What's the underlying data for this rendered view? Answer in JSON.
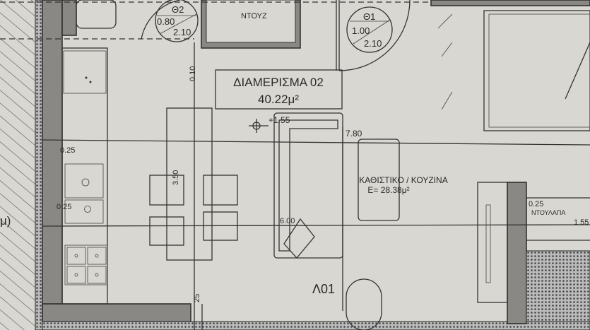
{
  "apartment": {
    "title": "ΔΙΑΜΕΡΙΣΜΑ 02",
    "area": "40.22μ²"
  },
  "room": {
    "name": "ΚΑΘΙΣΤΙΚΟ / ΚΟΥΖΙΝΑ",
    "area": "Ε= 28.38μ²"
  },
  "doors": [
    {
      "id": "Θ2",
      "width": "0.80",
      "height": "2.10"
    },
    {
      "id": "Θ1",
      "width": "1.00",
      "height": "2.10"
    }
  ],
  "labels": {
    "shower": "ΝΤΟΥΖ",
    "wardrobe": "ΝΤΟΥΛΑΠΑ",
    "window": "Λ01",
    "elevation": "+1.55",
    "left_fragment": "μ)"
  },
  "dimensions": {
    "d_0_10": "0.10",
    "d_7_80": "7.80",
    "d_3_50": "3.50",
    "d_6_00": "6.00",
    "d_0_25_a": "0.25",
    "d_0_25_b": "0.25",
    "d_0_25_c": "0.25",
    "d_1_55": "1.55",
    "d_25": "25"
  }
}
